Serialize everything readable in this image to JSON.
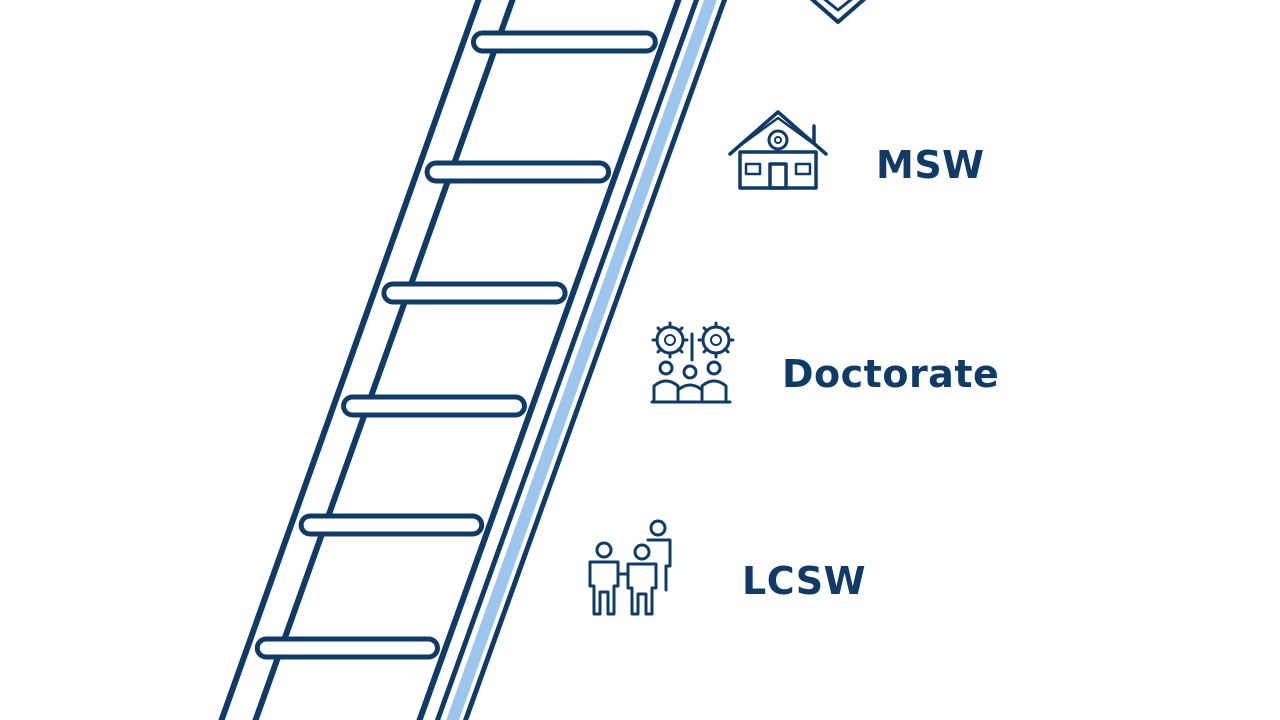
{
  "colors": {
    "navy": "#0f3b66",
    "light_blue": "#9cc6ee",
    "background": "#ffffff"
  },
  "rungs": [
    {
      "name": "ladder-rung-1",
      "icon": "none",
      "label": ""
    },
    {
      "name": "ladder-rung-2",
      "icon": "none",
      "label": ""
    },
    {
      "name": "ladder-rung-3",
      "icon": "none",
      "label": ""
    },
    {
      "name": "ladder-rung-4",
      "icon": "none",
      "label": ""
    },
    {
      "name": "ladder-rung-5",
      "icon": "none",
      "label": ""
    },
    {
      "name": "ladder-rung-6",
      "icon": "none",
      "label": ""
    }
  ],
  "steps": [
    {
      "id": "top",
      "icon": "diamond-badge-icon",
      "label": ""
    },
    {
      "id": "msw",
      "icon": "house-icon",
      "label": "MSW"
    },
    {
      "id": "doctorate",
      "icon": "gear-people-icon",
      "label": "Doctorate"
    },
    {
      "id": "lcsw",
      "icon": "people-icon",
      "label": "LCSW"
    }
  ]
}
